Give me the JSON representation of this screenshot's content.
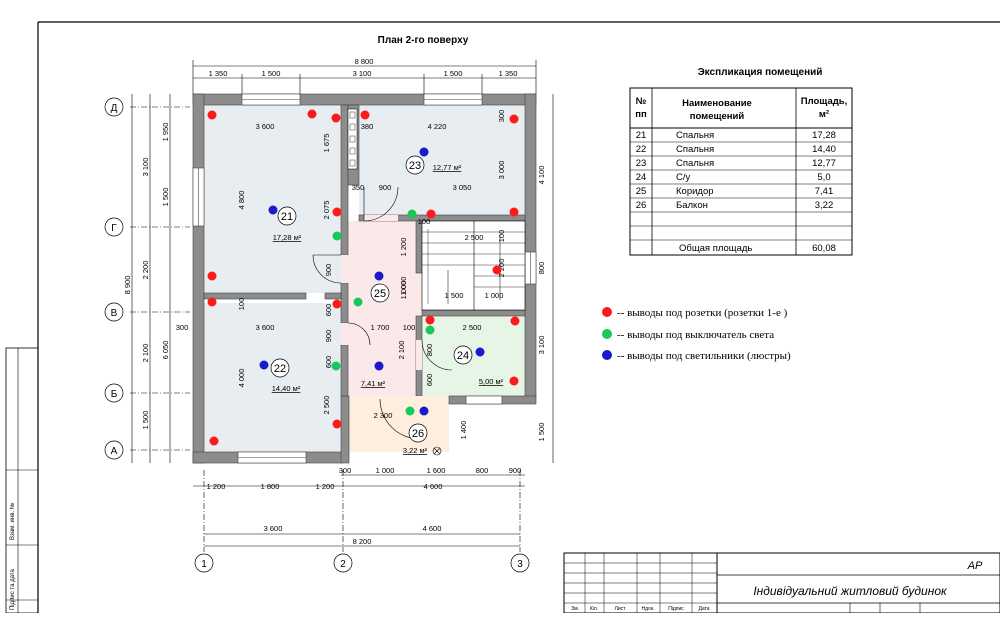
{
  "title": "План 2-го поверху",
  "explication": {
    "title": "Экспликация помещений",
    "headers": {
      "num": "№\nпп",
      "name": "Наименование\nпомещений",
      "area": "Площадь,\nм²"
    },
    "rows": [
      {
        "num": "21",
        "name": "Спальня",
        "area": "17,28"
      },
      {
        "num": "22",
        "name": "Спальня",
        "area": "14,40"
      },
      {
        "num": "23",
        "name": "Спальня",
        "area": "12,77"
      },
      {
        "num": "24",
        "name": "С/у",
        "area": "5,0"
      },
      {
        "num": "25",
        "name": "Коридор",
        "area": "7,41"
      },
      {
        "num": "26",
        "name": "Балкон",
        "area": "3,22"
      }
    ],
    "total_label": "Общая площадь",
    "total_value": "60,08"
  },
  "legend": [
    {
      "color": "#ff1a1a",
      "text": "-- выводы под розетки (розетки 1-е )"
    },
    {
      "color": "#19c85a",
      "text": "-- выводы под выключатель света"
    },
    {
      "color": "#1a1acc",
      "text": "-- выводы под светильники (люстры)"
    }
  ],
  "rooms": [
    {
      "id": "21",
      "area": "17,28 м²"
    },
    {
      "id": "22",
      "area": "14,40 м²"
    },
    {
      "id": "23",
      "area": "12,77 м²"
    },
    {
      "id": "24",
      "area": "5,00 м²"
    },
    {
      "id": "25",
      "area": "7,41 м²"
    },
    {
      "id": "26",
      "area": "3,22 м²"
    }
  ],
  "axes_letters": [
    "Д",
    "Г",
    "В",
    "Б",
    "А"
  ],
  "axes_numbers": [
    "1",
    "2",
    "3"
  ],
  "dims_top_total": "8 800",
  "dims_top": [
    "1 350",
    "1 500",
    "3 100",
    "1 500",
    "1 350"
  ],
  "dims_bottom_row1": [
    "1 200",
    "1 800",
    "1 200",
    "4 600"
  ],
  "dims_bottom_row2": [
    "3 600",
    "4 600"
  ],
  "dims_bottom_total": "8 200",
  "dims_bottom_small": [
    "300",
    "1 000",
    "1 600",
    "800",
    "900"
  ],
  "dims_left_outer": "8 900",
  "dims_left_mid": [
    "3 100",
    "2 200",
    "2 100",
    "1 500",
    "6 050"
  ],
  "dims_left_inner": [
    "1 950",
    "1 500",
    "300"
  ],
  "dims_right": [
    "4 100",
    "800",
    "3 100",
    "1 500"
  ],
  "inner_dims": [
    "3 600",
    "4 220",
    "380",
    "1 675",
    "4 800",
    "2 075",
    "350",
    "900",
    "3 050",
    "3 000",
    "300",
    "900",
    "600",
    "100",
    "2 500",
    "1 200",
    "1 000",
    "1 500",
    "1 000",
    "3 600",
    "1 700",
    "100",
    "100",
    "2 500",
    "4 000",
    "900",
    "800",
    "2 100",
    "2 500",
    "600",
    "2 300",
    "1 400",
    "2 200",
    "600",
    "100",
    "1 000"
  ],
  "stamp": {
    "code": "АР",
    "project": "Індивідуальний житловий будинок",
    "cols": [
      "Зм.",
      "Кіл.",
      "Лист",
      "Ндок.",
      "Підпис",
      "Дата"
    ]
  },
  "side_stamp": [
    "Взам. инв. №",
    "Підпис та дата"
  ]
}
